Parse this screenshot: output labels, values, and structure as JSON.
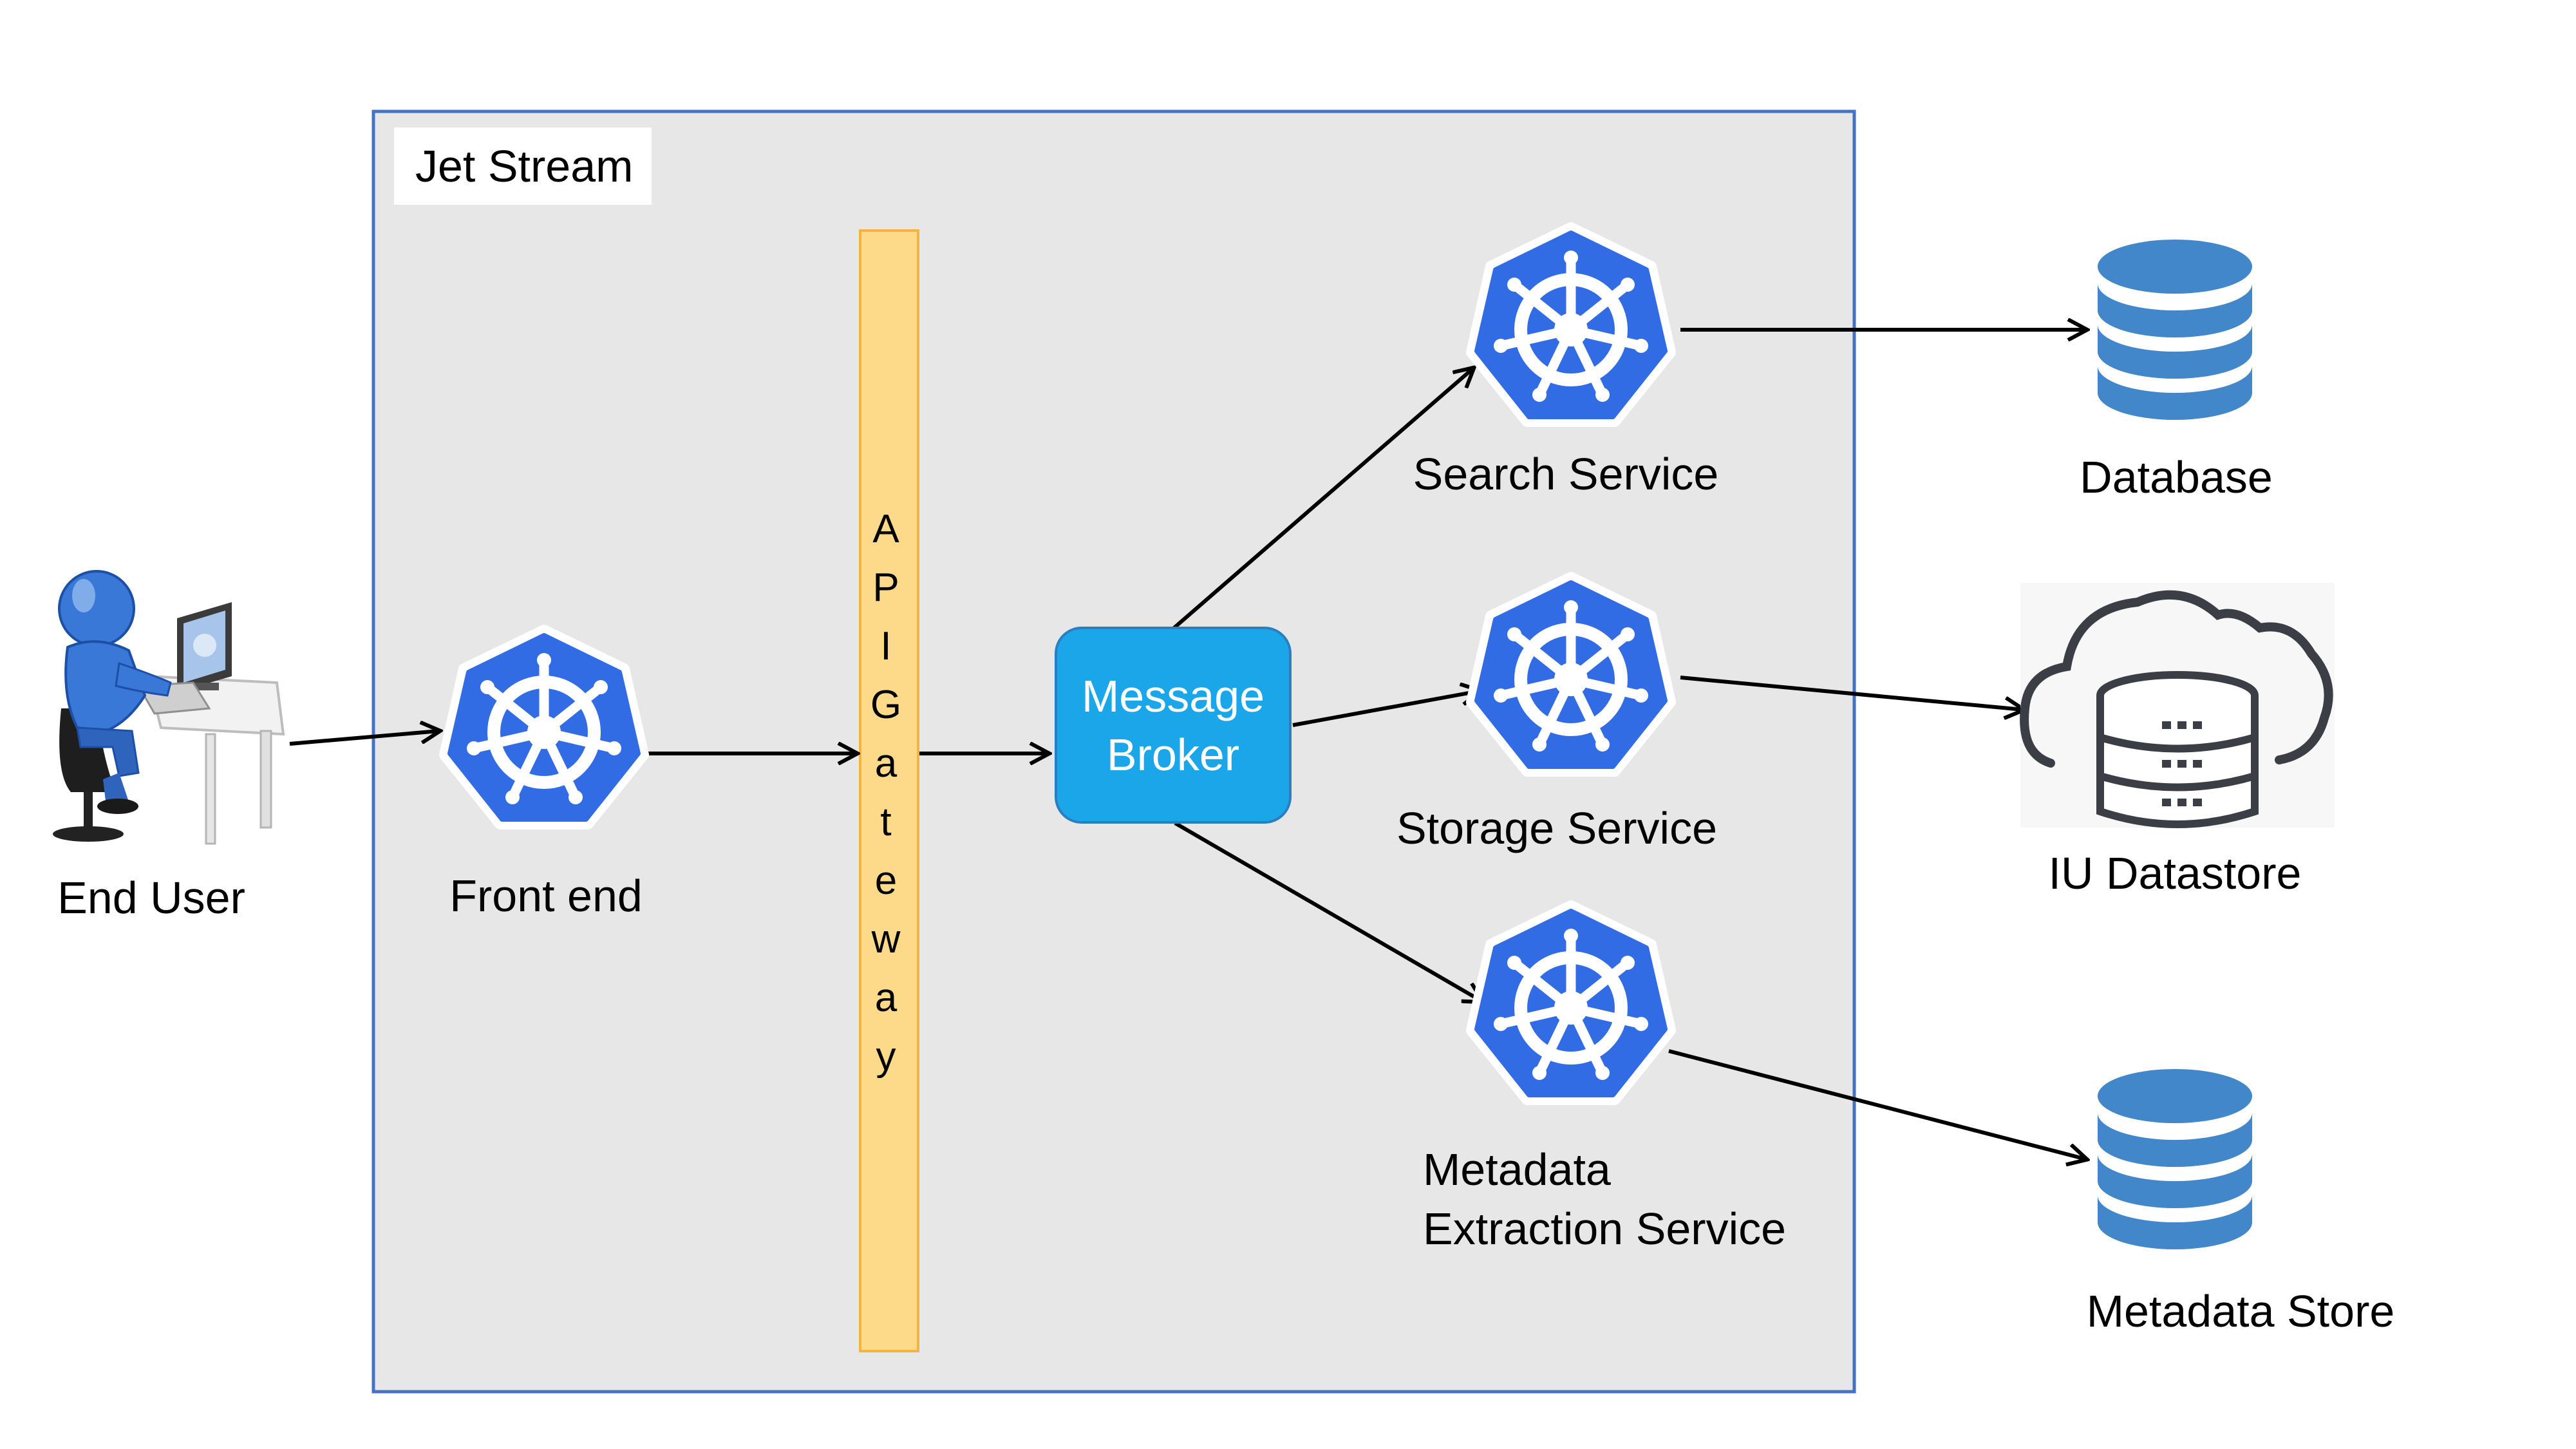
{
  "title": "Jet Stream",
  "nodes": {
    "end_user": {
      "label": "End User",
      "icon": "user-at-computer-icon"
    },
    "front_end": {
      "label": "Front end",
      "icon": "kubernetes-icon"
    },
    "api_gateway": {
      "label": "API Gateway",
      "letters": [
        "A",
        "P",
        "I",
        "G",
        "a",
        "t",
        "e",
        "w",
        "a",
        "y"
      ]
    },
    "message_broker": {
      "line1": "Message",
      "line2": "Broker"
    },
    "search_service": {
      "label": "Search Service",
      "icon": "kubernetes-icon"
    },
    "storage_service": {
      "label": "Storage Service",
      "icon": "kubernetes-icon"
    },
    "metadata_service": {
      "line1": "Metadata",
      "line2": "Extraction Service",
      "icon": "kubernetes-icon"
    },
    "database": {
      "label": "Database",
      "icon": "database-icon"
    },
    "iu_datastore": {
      "label": "IU Datastore",
      "icon": "cloud-database-icon"
    },
    "metadata_store": {
      "label": "Metadata Store",
      "icon": "database-icon"
    }
  },
  "edges": [
    {
      "from": "End User",
      "to": "Front end"
    },
    {
      "from": "Front end",
      "to": "API Gateway"
    },
    {
      "from": "API Gateway",
      "to": "Message Broker"
    },
    {
      "from": "Message Broker",
      "to": "Search Service"
    },
    {
      "from": "Message Broker",
      "to": "Storage Service"
    },
    {
      "from": "Message Broker",
      "to": "Metadata Extraction Service"
    },
    {
      "from": "Search Service",
      "to": "Database"
    },
    {
      "from": "Storage Service",
      "to": "IU Datastore"
    },
    {
      "from": "Metadata Extraction Service",
      "to": "Metadata Store"
    }
  ],
  "colors": {
    "container_fill": "#e7e7e7",
    "container_border": "#4472c4",
    "gateway_fill": "#fdd98a",
    "gateway_border": "#f5b342",
    "broker_fill": "#1aa6e8",
    "kubernetes_blue": "#326ce5",
    "database_blue": "#4287c9",
    "user_blue": "#3a78d8"
  }
}
